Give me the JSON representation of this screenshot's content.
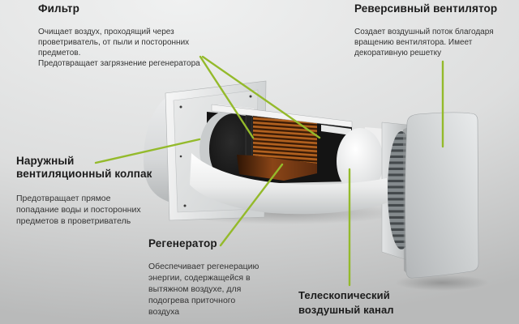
{
  "labels": {
    "filter": {
      "title": "Фильтр",
      "description": "Очищает воздух, проходящий через\nпроветриватель, от пыли и посторонних\nпредметов.\nПредотвращает загрязнение регенератора"
    },
    "fan": {
      "title": "Реверсивный вентилятор",
      "description": "Создает воздушный поток благодаря\nвращению вентилятора. Имеет\nдекоративную решетку"
    },
    "hood": {
      "title": "Наружный\nвентиляционный колпак",
      "description": "Предотвращает прямое\nпопадание воды и посторонних\nпредметов в проветриватель"
    },
    "regenerator": {
      "title": "Регенератор",
      "description": "Обеспечивает регенерацию\nэнергии, содержащейся в\nвытяжном воздухе, для\nподогрева приточного\nвоздуха"
    },
    "duct": {
      "title": "Телескопический\nвоздушный канал"
    }
  },
  "colors": {
    "leader_line_color": "#94ba2b",
    "text_primary": "#1c1c1c",
    "text_secondary": "#333333",
    "background_top": "#f0f1f1",
    "background_bottom": "#b9baba",
    "regenerator_copper": "#a85a22",
    "cavity_black": "#141414"
  }
}
